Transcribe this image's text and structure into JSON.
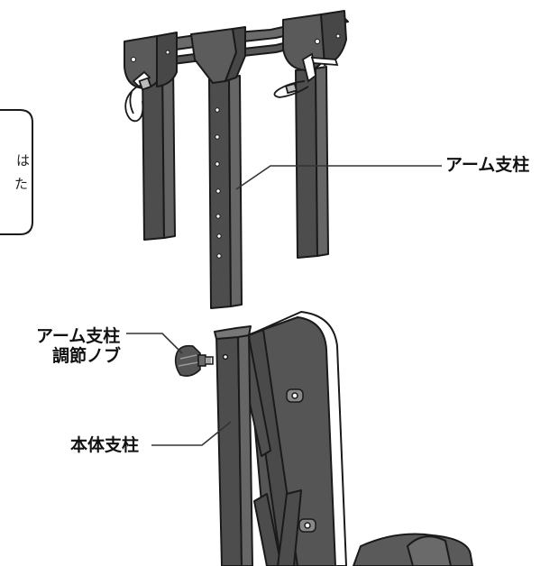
{
  "callouts": {
    "arm_post": "アーム支柱",
    "arm_post_knob_line1": "アーム支柱",
    "arm_post_knob_line2": "調節ノブ",
    "body_post": "本体支柱"
  },
  "note": {
    "line1": "は",
    "line2": "た"
  },
  "colors": {
    "frame_dark": "#4a4a4a",
    "frame_mid": "#5e5e5e",
    "frame_light": "#777777",
    "outline": "#1a1a1a",
    "leader": "#333333",
    "background": "#ffffff"
  }
}
